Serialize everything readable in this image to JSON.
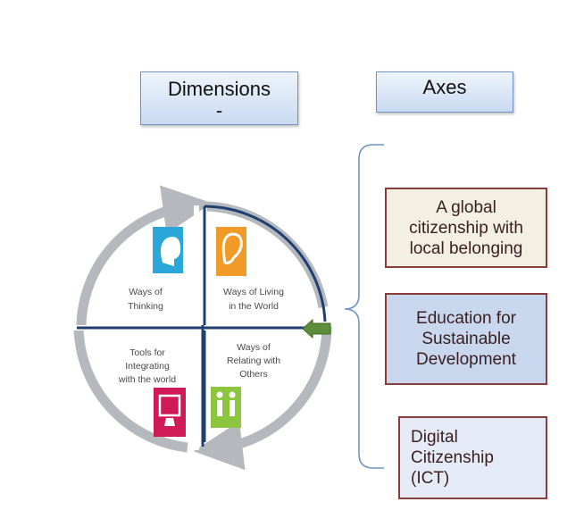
{
  "headers": {
    "dimensions": "Dimensions",
    "dimensions_sub": "-",
    "axes": "Axes"
  },
  "quadrants": [
    {
      "line1": "Ways of",
      "line2": "Thinking",
      "line3": "",
      "icon": "head-icon",
      "color": "#2aa7d8"
    },
    {
      "line1": "Ways of Living",
      "line2": "in the World",
      "line3": "",
      "icon": "ear-icon",
      "color": "#f29a28"
    },
    {
      "line1": "Tools for",
      "line2": "Integrating",
      "line3": "with the world",
      "icon": "monitor-icon",
      "color": "#d01a57"
    },
    {
      "line1": "Ways of",
      "line2": "Relating with",
      "line3": "Others",
      "icon": "people-icon",
      "color": "#8cc63f"
    }
  ],
  "axes": [
    {
      "line1": "A global",
      "line2": "citizenship with",
      "line3": "local belonging"
    },
    {
      "line1": "Education for",
      "line2": "Sustainable",
      "line3": "Development"
    },
    {
      "line1": "Digital",
      "line2": "Citizenship",
      "line3": "(ICT)"
    }
  ],
  "colors": {
    "ring": "#b5b8bd",
    "highlight_border": "#1f3f73",
    "pointer_arrow": "#5f8e3a",
    "axis_border": "#8b3c3c"
  }
}
